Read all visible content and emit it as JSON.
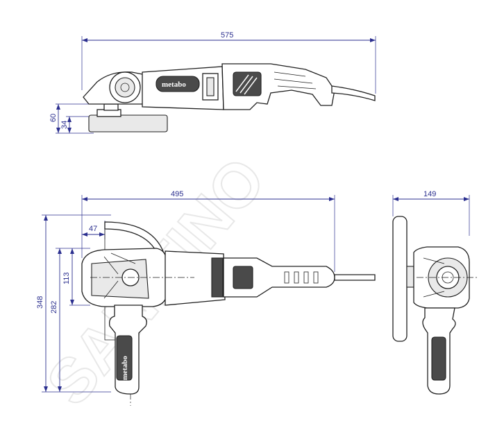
{
  "dimensions": {
    "side_length": "575",
    "side_height_total": "60",
    "side_height_disc": "34",
    "top_length": "495",
    "top_offset": "47",
    "top_height_total": "348",
    "top_height_handle": "282",
    "top_height_head": "113",
    "front_width": "149"
  },
  "brand_logo": "metabo",
  "watermark": "SANITINO",
  "colors": {
    "dimension_line": "#2b2f8f",
    "outline": "#1f1f1f",
    "watermark": "#e6e6e6"
  }
}
